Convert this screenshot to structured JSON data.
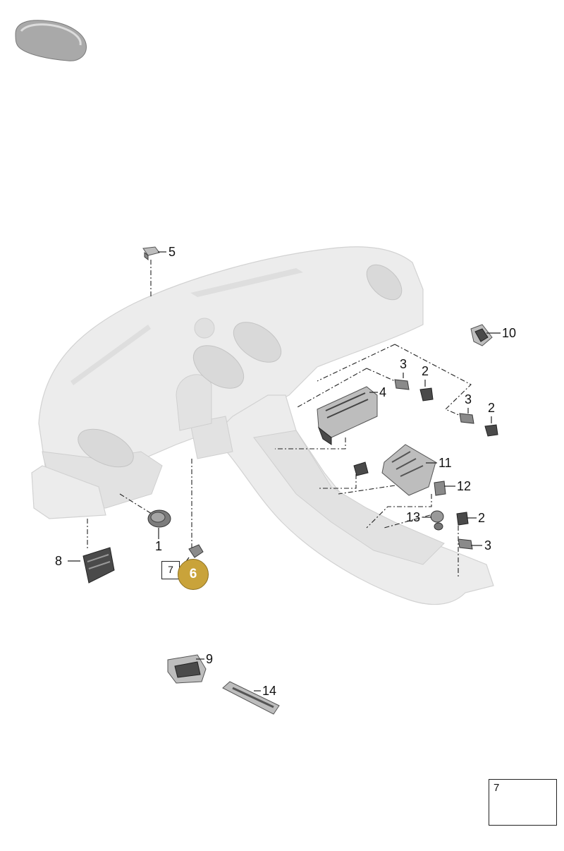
{
  "labels": {
    "p1": "1",
    "p2a": "2",
    "p2b": "2",
    "p2c": "2",
    "p3a": "3",
    "p3b": "3",
    "p3c": "3",
    "p4": "4",
    "p5": "5",
    "p6": "6",
    "p7ref": "7",
    "p8": "8",
    "p9": "9",
    "p10": "10",
    "p11": "11",
    "p12": "12",
    "p13": "13",
    "p14": "14"
  },
  "detail": {
    "label": "7"
  },
  "colors": {
    "callout_fill": "#c9a33a",
    "ghost": "#ececec",
    "part": "#8a8a8a"
  },
  "icons": {
    "thumbnail": "car-silhouette-icon",
    "detail": "screw-icon"
  }
}
